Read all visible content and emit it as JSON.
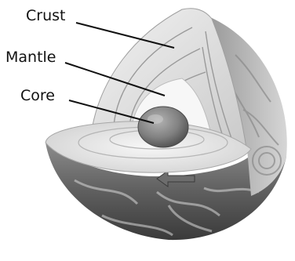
{
  "labels": {
    "crust": "Crust",
    "mantle": "Mantle",
    "core": "Core"
  },
  "colors": {
    "shell": "#e6e6e6",
    "mantle": "#efefef",
    "core": "#8a8a8a",
    "exterior": "#6e6e6e",
    "leader_line": "#111111"
  }
}
